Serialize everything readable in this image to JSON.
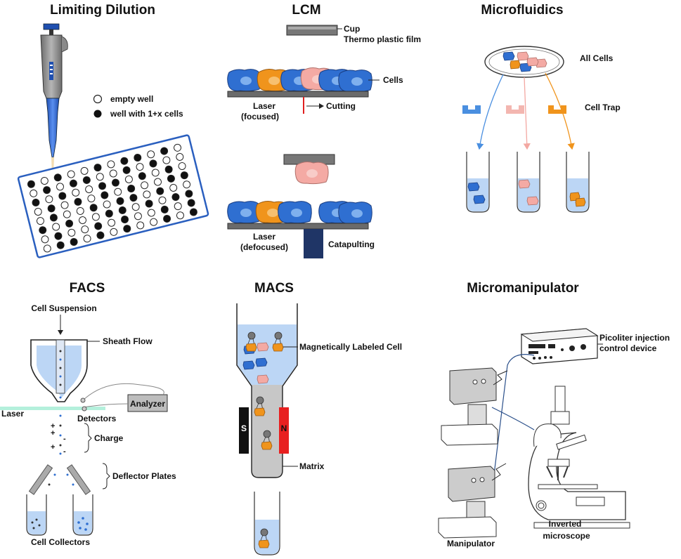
{
  "panels": {
    "limiting_dilution": {
      "title": "Limiting Dilution",
      "legend_empty": "empty well",
      "legend_filled": "well with 1+x cells"
    },
    "lcm": {
      "title": "LCM",
      "cup": "Cup",
      "film": "Thermo plastic film",
      "cells": "Cells",
      "laser_focused_1": "Laser",
      "laser_focused_2": "(focused)",
      "cutting": "Cutting",
      "laser_defocused_1": "Laser",
      "laser_defocused_2": "(defocused)",
      "catapulting": "Catapulting"
    },
    "microfluidics": {
      "title": "Microfluidics",
      "all_cells": "All Cells",
      "cell_trap": "Cell Trap"
    },
    "facs": {
      "title": "FACS",
      "cell_suspension": "Cell Suspension",
      "sheath_flow": "Sheath Flow",
      "analyzer": "Analyzer",
      "laser": "Laser",
      "detectors": "Detectors",
      "charge": "Charge",
      "deflector_plates": "Deflector Plates",
      "cell_collectors": "Cell Collectors"
    },
    "macs": {
      "title": "MACS",
      "magnetically_labeled": "Magnetically Labeled Cell",
      "s_pole": "S",
      "n_pole": "N",
      "matrix": "Matrix"
    },
    "micromanipulator": {
      "title": "Micromanipulator",
      "picoliter_1": "Picoliter injection",
      "picoliter_2": "control device",
      "manipulator": "Manipulator",
      "inverted_1": "Inverted",
      "inverted_2": "microscope"
    }
  },
  "colors": {
    "blue_cell": "#2f6fd1",
    "orange_cell": "#f0941c",
    "pink_cell": "#f4aaa4",
    "liquid": "#bcd6f5",
    "laser_dark": "#1f3566",
    "magnet_n": "#e82020",
    "magnet_s": "#111111"
  }
}
